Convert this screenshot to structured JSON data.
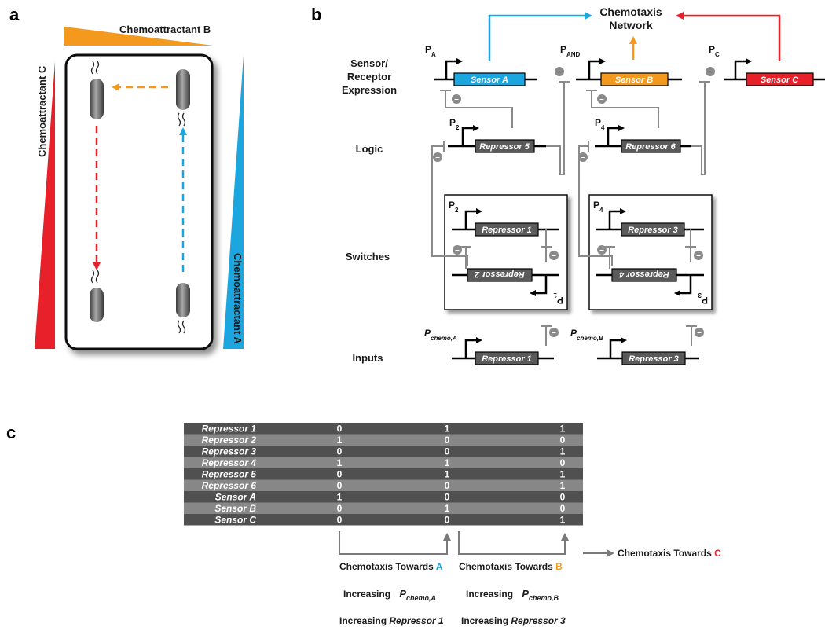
{
  "panel_letters": {
    "a": "a",
    "b": "b",
    "c": "c"
  },
  "panel_a": {
    "chemoattractant_a": "Chemoattractant A",
    "chemoattractant_b": "Chemoattractant B",
    "chemoattractant_c": "Chemoattractant C"
  },
  "panel_b": {
    "network_title_1": "Chemotaxis",
    "network_title_2": "Network",
    "row_labels": {
      "sensor_1": "Sensor/",
      "sensor_2": "Receptor",
      "sensor_3": "Expression",
      "logic": "Logic",
      "switches": "Switches",
      "inputs": "Inputs"
    },
    "promoters": {
      "pa": "P",
      "pa_sub": "A",
      "pand": "P",
      "pand_sub": "AND",
      "pc": "P",
      "pc_sub": "C",
      "p2_logic": "P",
      "p2_logic_sub": "2",
      "p4_logic": "P",
      "p4_logic_sub": "4",
      "p2_switch": "P",
      "p2_switch_sub": "2",
      "p4_switch": "P",
      "p4_switch_sub": "4",
      "p1": "P",
      "p1_sub": "1",
      "p3": "P",
      "p3_sub": "3",
      "pchemo_a": "P",
      "pchemo_a_sub": "chemo,A",
      "pchemo_b": "P",
      "pchemo_b_sub": "chemo,B"
    },
    "genes": {
      "sensor_a": "Sensor A",
      "sensor_b": "Sensor B",
      "sensor_c": "Sensor C",
      "repressor_5": "Repressor 5",
      "repressor_6": "Repressor 6",
      "repressor_1": "Repressor 1",
      "repressor_2": "Repressor 2",
      "repressor_3": "Repressor 3",
      "repressor_4": "Repressor 4",
      "input_repressor_1": "Repressor 1",
      "input_repressor_3": "Repressor 3"
    },
    "minus_sign": "–",
    "colors": {
      "sensor_a": "#1ba6e0",
      "sensor_b": "#f39a1e",
      "sensor_c": "#e8202a",
      "gene_gray": "#5a5a5a",
      "repress_gray": "#8a8a8a"
    }
  },
  "panel_c": {
    "table": {
      "rows": [
        {
          "label": "Repressor 1",
          "values": [
            "0",
            "1",
            "1"
          ]
        },
        {
          "label": "Repressor 2",
          "values": [
            "1",
            "0",
            "0"
          ]
        },
        {
          "label": "Repressor 3",
          "values": [
            "0",
            "0",
            "1"
          ]
        },
        {
          "label": "Repressor 4",
          "values": [
            "1",
            "1",
            "0"
          ]
        },
        {
          "label": "Repressor 5",
          "values": [
            "0",
            "1",
            "1"
          ]
        },
        {
          "label": "Repressor 6",
          "values": [
            "0",
            "0",
            "1"
          ]
        },
        {
          "label": "Sensor A",
          "values": [
            "1",
            "0",
            "0"
          ]
        },
        {
          "label": "Sensor B",
          "values": [
            "0",
            "1",
            "0"
          ]
        },
        {
          "label": "Sensor C",
          "values": [
            "0",
            "0",
            "1"
          ]
        }
      ],
      "row_colors": [
        "#505050",
        "#878787"
      ]
    },
    "captions": {
      "towards_prefix_a": "Chemotaxis Towards ",
      "towards_letter_a": "A",
      "towards_prefix_b": "Chemotaxis Towards ",
      "towards_letter_b": "B",
      "towards_prefix_c": "Chemotaxis Towards ",
      "towards_letter_c": "C",
      "increasing": "Increasing",
      "pchemo_a": "P",
      "pchemo_a_sub": "chemo,A",
      "pchemo_b": "P",
      "pchemo_b_sub": "chemo,B",
      "incr_rep1_prefix": "Increasing ",
      "incr_rep1_italic": "Repressor 1",
      "incr_rep3_prefix": "Increasing ",
      "incr_rep3_italic": "Repressor 3"
    }
  }
}
